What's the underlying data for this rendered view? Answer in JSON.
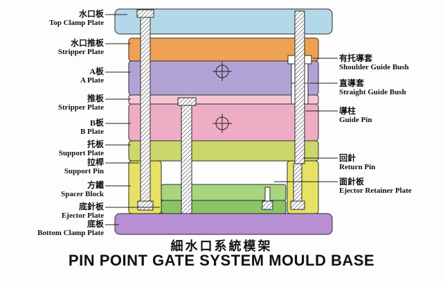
{
  "title": {
    "cn": "細水口系統模架",
    "en": "PIN POINT GATE SYSTEM MOULD BASE"
  },
  "labels_left": [
    {
      "cn": "水口板",
      "en": "Top Clamp Plate"
    },
    {
      "cn": "水口推板",
      "en": "Stripper Plate"
    },
    {
      "cn": "A板",
      "en": "A Plate"
    },
    {
      "cn": "推板",
      "en": "Stripper Plate"
    },
    {
      "cn": "B板",
      "en": "B Plate"
    },
    {
      "cn": "托板",
      "en": "Support Plate"
    },
    {
      "cn": "拉桿",
      "en": "Support Pin"
    },
    {
      "cn": "方鐵",
      "en": "Spacer Block"
    },
    {
      "cn": "底針板",
      "en": "Ejector Plate"
    },
    {
      "cn": "底板",
      "en": "Bottom Clamp Plate"
    }
  ],
  "labels_right": [
    {
      "cn": "有托導套",
      "en": "Shoulder Guide Bush"
    },
    {
      "cn": "直導套",
      "en": "Straight Guide Bush"
    },
    {
      "cn": "導柱",
      "en": "Guide Pin"
    },
    {
      "cn": "回針",
      "en": "Return Pin"
    },
    {
      "cn": "面針板",
      "en": "Ejector Retainer Plate"
    }
  ],
  "colors": {
    "top_clamp_plate": "#b3d8ea",
    "stripper_plate_upper": "#f0a254",
    "a_plate": "#b2a3d7",
    "stripper_plate_lower": "#f6c6d3",
    "b_plate": "#efadc5",
    "support_plate": "#ccd76b",
    "spacer_block": "#e7e165",
    "ejector_retainer_plate": "#a8d57f",
    "ejector_plate": "#8bc468",
    "bottom_clamp_plate": "#b78fd4",
    "line": "#1f1f1f"
  }
}
